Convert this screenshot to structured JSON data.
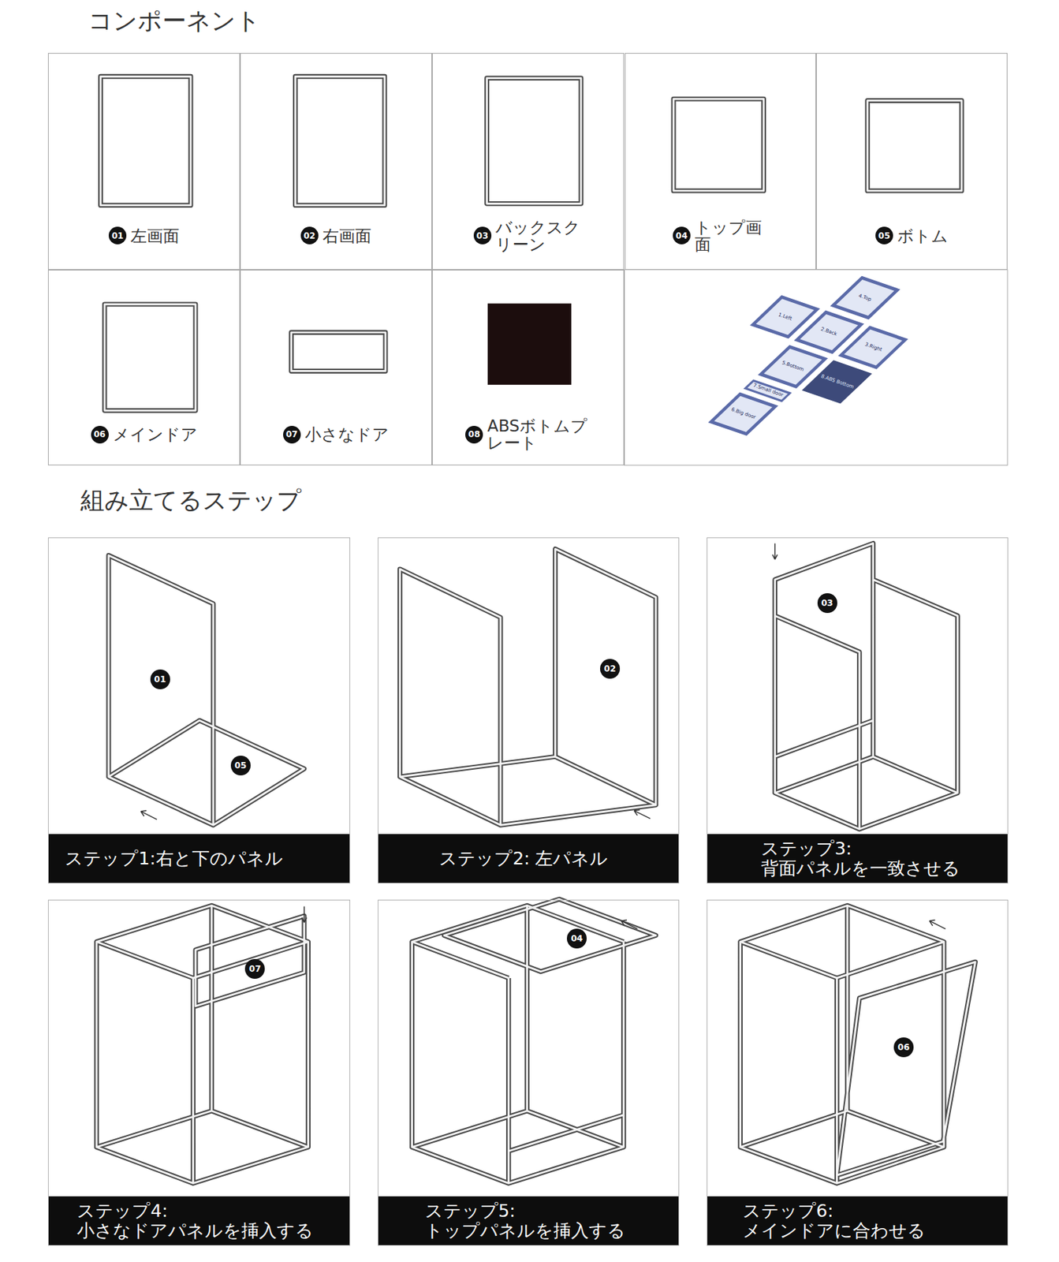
{
  "diagram": {
    "title": "コンポーネント",
    "nodes": [
      {
        "text": [
          "左画面"
        ]
      },
      {
        "text": [
          "01"
        ],
        "in": 0
      },
      {
        "text": [
          "右画面"
        ]
      },
      {
        "text": [
          "02"
        ],
        "in": 2
      },
      {
        "text": [
          "バックスク リーン"
        ]
      },
      {
        "text": [
          "03"
        ],
        "in": 4
      },
      {
        "text": [
          "トップ画 面"
        ]
      },
      {
        "text": [
          "04"
        ],
        "in": 6
      },
      {
        "text": [
          "ボトム"
        ]
      },
      {
        "text": [
          "05"
        ],
        "in": 8
      },
      {
        "text": [
          "メインドア"
        ]
      },
      {
        "text": [
          "06"
        ],
        "in": 10
      },
      {
        "text": [
          "小さなドア"
        ]
      },
      {
        "text": [
          "07"
        ],
        "in": 12
      },
      {
        "text": [
          "ABSボトムプ レート"
        ]
      },
      {
        "text": [
          "08"
        ],
        "in": 14
      },
      {
        "text": [
          "ステップ1:右と下のパネル"
        ]
      },
      {
        "text": [
          "01"
        ],
        "in": 16
      },
      {
        "text": [
          "05"
        ],
        "in": 16
      },
      {
        "text": [
          "ステップ2: 左パネル"
        ]
      },
      {
        "text": [
          "02"
        ],
        "in": 19
      },
      {
        "text": [
          "ステップ3: 背面パネルを一致させる"
        ]
      },
      {
        "text": [
          "03"
        ],
        "in": 21
      },
      {
        "text": [
          "ステップ4: 小さなドアパネルを挿入する"
        ]
      },
      {
        "text": [
          "07"
        ],
        "in": 23
      },
      {
        "text": [
          "ステップ5: トップパネルを挿入する"
        ]
      },
      {
        "text": [
          "04"
        ],
        "in": 25
      },
      {
        "text": [
          "ステップ6: メインドアに合わせる"
        ]
      },
      {
        "text": [
          "06"
        ],
        "in": 27
      }
    ],
    "labels": [
      "組み立てるステップ",
      "4.Top",
      "1.Left",
      "2.Back",
      "3.Right",
      "5.Bottom",
      "8.ABS Bottom",
      "7.Small door",
      "6.Big door"
    ]
  }
}
